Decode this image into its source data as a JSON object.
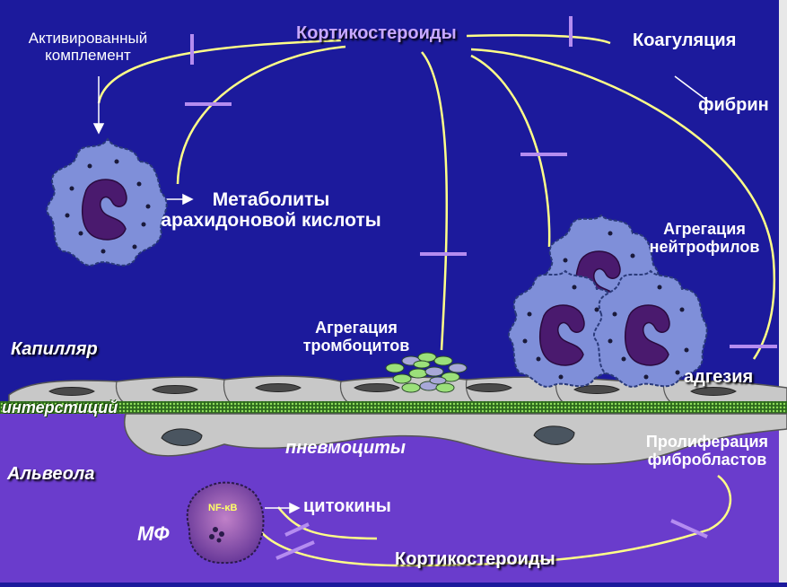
{
  "labels": {
    "corticosteroids_top": "Кортикостероиды",
    "corticosteroids_bottom": "Кортикостероиды",
    "activated_complement_1": "Активированный",
    "activated_complement_2": "комплемент",
    "coagulation": "Коагуляция",
    "fibrin": "фибрин",
    "metabolites_1": "Метаболиты",
    "metabolites_2": "арахидоновой кислоты",
    "neutrophil_aggregation_1": "Агрегация",
    "neutrophil_aggregation_2": "нейтрофилов",
    "platelet_aggregation_1": "Агрегация",
    "platelet_aggregation_2": "тромбоцитов",
    "capillary": "Капилляр",
    "interstitium": "интерстиций",
    "adhesion": "адгезия",
    "pneumocytes": "пневмоциты",
    "alveolus": "Альвеола",
    "fibroblast_proliferation_1": "Пролиферация",
    "fibroblast_proliferation_2": "фибробластов",
    "cytokines": "цитокины",
    "macrophage": "МФ",
    "nf_kb": "NF-κB"
  },
  "colors": {
    "background_upper": "#1c1a9c",
    "background_lower": "#6a3ccc",
    "pathway_line": "#ffff88",
    "inhibition_bar": "#b48cf0",
    "cell_body": "#7f8fd9",
    "cell_nucleus": "#4a1a6e",
    "tissue": "#c8c8c8",
    "interstitium": "#6fcf3a",
    "platelet": "#9be07a"
  }
}
